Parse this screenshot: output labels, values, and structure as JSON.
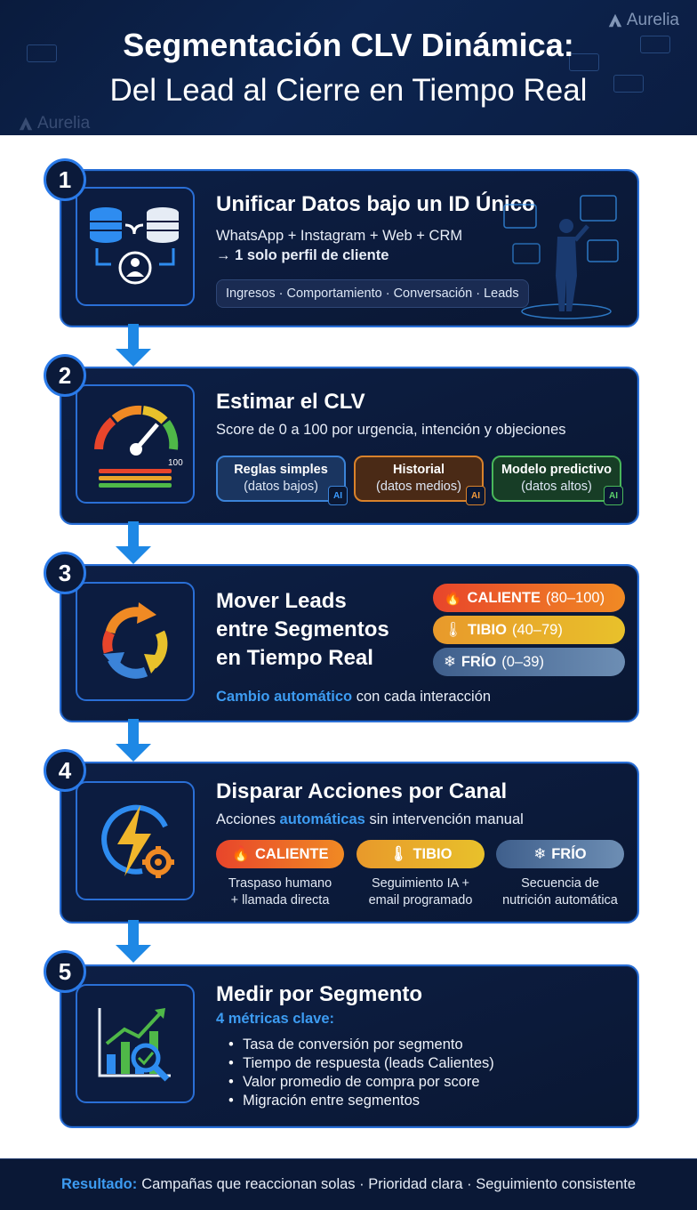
{
  "header": {
    "title_line1": "Segmentación CLV Dinámica:",
    "title_line2": "Del Lead al Cierre en Tiempo Real",
    "brand": "Aurelia"
  },
  "colors": {
    "navy": "#0a1b3d",
    "accent_blue": "#2a7ae8",
    "hot": "#e8452b",
    "warm": "#e8b12b",
    "cold": "#5b7fa6"
  },
  "steps": [
    {
      "number": "1",
      "title": "Unificar Datos bajo un ID Único",
      "line1": "WhatsApp + Instagram + Web + CRM",
      "line2": "→ 1 solo perfil de cliente",
      "tags": "Ingresos · Comportamiento · Conversación · Leads",
      "icon": "database-merge-icon"
    },
    {
      "number": "2",
      "title": "Estimar el CLV",
      "subtitle": "Score de 0 a 100 por urgencia, intención y objeciones",
      "gauge_label": "100",
      "icon": "gauge-icon",
      "chips": [
        {
          "title": "Reglas simples",
          "sub": "(datos bajos)",
          "ai": "AI"
        },
        {
          "title": "Historial",
          "sub": "(datos medios)",
          "ai": "AI"
        },
        {
          "title": "Modelo predictivo",
          "sub": "(datos altos)",
          "ai": "AI"
        }
      ]
    },
    {
      "number": "3",
      "title_l1": "Mover Leads",
      "title_l2": "entre Segmentos",
      "title_l3": "en Tiempo Real",
      "icon": "cycle-arrows-icon",
      "footer_bold": "Cambio automático",
      "footer_rest": "con cada interacción",
      "segments": [
        {
          "name": "CALIENTE",
          "range": "(80–100)",
          "icon": "fire-icon"
        },
        {
          "name": "TIBIO",
          "range": "(40–79)",
          "icon": "thermometer-icon"
        },
        {
          "name": "FRÍO",
          "range": "(0–39)",
          "icon": "snowflake-icon"
        }
      ]
    },
    {
      "number": "4",
      "title": "Disparar Acciones por Canal",
      "subtitle_a": "Acciones",
      "subtitle_bold": "automáticas",
      "subtitle_b": "sin intervención manual",
      "icon": "lightning-gear-icon",
      "actions": [
        {
          "label": "CALIENTE",
          "d1": "Traspaso humano",
          "d2": "+ llamada directa"
        },
        {
          "label": "TIBIO",
          "d1": "Seguimiento IA +",
          "d2": "email programado"
        },
        {
          "label": "FRÍO",
          "d1": "Secuencia de",
          "d2": "nutrición automática"
        }
      ]
    },
    {
      "number": "5",
      "title": "Medir por Segmento",
      "metrics_title": "4 métricas clave:",
      "icon": "chart-magnifier-icon",
      "metrics": [
        "Tasa de conversión por segmento",
        "Tiempo de respuesta (leads Calientes)",
        "Valor promedio de compra por score",
        "Migración entre segmentos"
      ]
    }
  ],
  "footer": {
    "label": "Resultado:",
    "text": "Campañas que reaccionan solas · Prioridad clara · Seguimiento consistente"
  }
}
